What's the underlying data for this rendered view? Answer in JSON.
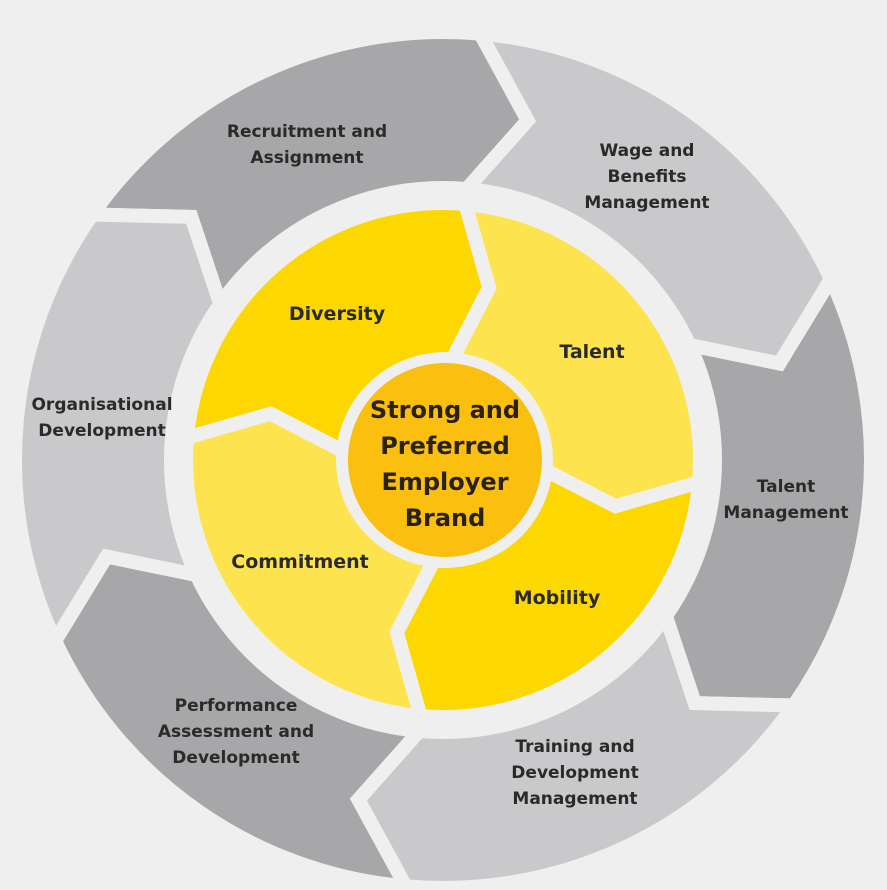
{
  "center": {
    "lines": [
      "Strong and",
      "Preferred",
      "Employer",
      "Brand"
    ],
    "color": "#fbbf10"
  },
  "inner_segments": [
    {
      "label": [
        "Diversity"
      ],
      "color": "#fdd800"
    },
    {
      "label": [
        "Talent"
      ],
      "color": "#fde44e"
    },
    {
      "label": [
        "Mobility"
      ],
      "color": "#fdd800"
    },
    {
      "label": [
        "Commitment"
      ],
      "color": "#fde44e"
    }
  ],
  "outer_segments": [
    {
      "label": [
        "Recruitment and",
        "Assignment"
      ],
      "color": "#a7a7a9"
    },
    {
      "label": [
        "Wage and",
        "Benefits",
        "Management"
      ],
      "color": "#c9c9cb"
    },
    {
      "label": [
        "Talent",
        "Management"
      ],
      "color": "#a7a7a9"
    },
    {
      "label": [
        "Training and",
        "Development",
        "Management"
      ],
      "color": "#c9c9cb"
    },
    {
      "label": [
        "Performance",
        "Assessment and",
        "Development"
      ],
      "color": "#a7a7a9"
    },
    {
      "label": [
        "Organisational",
        "Development"
      ],
      "color": "#c9c9cb"
    }
  ],
  "background": "#efefef"
}
